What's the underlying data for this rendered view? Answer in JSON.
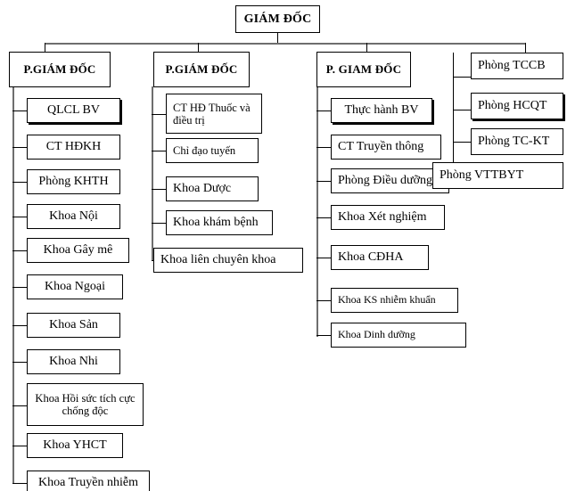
{
  "chart_data": {
    "type": "diagram",
    "title": "GIÁM ĐỐC",
    "diagram_kind": "organizational-chart",
    "root": {
      "label": "GIÁM ĐỐC"
    },
    "branches": [
      {
        "header": "P.GIÁM ĐỐC",
        "children": [
          "QLCL BV",
          "CT HĐKH",
          "Phòng KHTH",
          "Khoa Nội",
          "Khoa Gây mê",
          "Khoa Ngoại",
          "Khoa Sản",
          "Khoa Nhi",
          "Khoa Hồi sức tích cực chống độc",
          "Khoa YHCT",
          "Khoa Truyền nhiễm"
        ]
      },
      {
        "header": "P.GIÁM ĐỐC",
        "children": [
          "CT HĐ Thuốc và điều trị",
          "Chỉ đạo tuyến",
          "Khoa Dược",
          "Khoa khám bệnh",
          "Khoa liên chuyên khoa"
        ]
      },
      {
        "header": "P. GIAM ĐỐC",
        "children": [
          "Thực hành BV",
          "CT Truyền thông",
          "Phòng Điều dưỡng",
          "Khoa Xét nghiệm",
          "Khoa CĐHA",
          "Khoa KS nhiễm khuẩn",
          "Khoa Dinh dưỡng"
        ]
      },
      {
        "header": null,
        "children": [
          "Phòng TCCB",
          "Phòng HCQT",
          "Phòng TC-KT",
          "Phòng VTTBYT"
        ]
      }
    ],
    "colors": {
      "background": "#ffffff",
      "line": "#000000",
      "bus_line": "#6e6e6e",
      "text": "#000000",
      "border": "#000000"
    }
  },
  "nodes": {
    "root": "GIÁM ĐỐC",
    "vp1": "P.GIÁM ĐỐC",
    "vp2": "P.GIÁM ĐỐC",
    "vp3": "P. GIAM ĐỐC",
    "c1": [
      "QLCL BV",
      "CT HĐKH",
      "Phòng KHTH",
      "Khoa Nội",
      "Khoa Gây mê",
      "Khoa Ngoại",
      "Khoa Sản",
      "Khoa Nhi",
      "Khoa Hồi sức tích cực chống độc",
      "Khoa YHCT",
      "Khoa Truyền nhiễm"
    ],
    "c2": [
      "CT HĐ Thuốc và điều trị",
      "Chỉ đạo tuyến",
      "Khoa Dược",
      "Khoa khám bệnh",
      "Khoa liên chuyên khoa"
    ],
    "c3": [
      "Thực hành BV",
      "CT Truyền thông",
      "Phòng Điều dưỡng",
      "Khoa Xét nghiệm",
      "Khoa CĐHA",
      "Khoa KS nhiễm khuẩn",
      "Khoa Dinh dưỡng"
    ],
    "c4": [
      "Phòng TCCB",
      "Phòng HCQT",
      "Phòng TC-KT",
      "Phòng VTTBYT"
    ]
  }
}
